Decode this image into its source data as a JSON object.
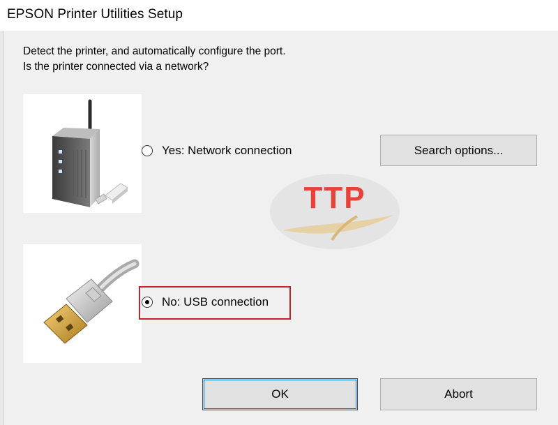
{
  "window": {
    "title": "EPSON Printer Utilities Setup"
  },
  "prompt": {
    "line1": "Detect the printer, and automatically configure the port.",
    "line2": "Is the printer connected via a network?"
  },
  "options": {
    "network": {
      "label": "Yes: Network connection",
      "selected": false,
      "image": "wireless-router-icon"
    },
    "usb": {
      "label": "No: USB connection",
      "selected": true,
      "image": "usb-plug-icon"
    }
  },
  "buttons": {
    "search_options": "Search options...",
    "ok": "OK",
    "abort": "Abort"
  },
  "watermark": {
    "text": "TTP",
    "colors": {
      "text": "#e8413a",
      "ellipse": "#e4e4e4",
      "leaf": "#e7c98a"
    }
  },
  "colors": {
    "highlight": "#c8202a",
    "focus": "#0078d7",
    "dialog_bg": "#f0f0f0"
  }
}
